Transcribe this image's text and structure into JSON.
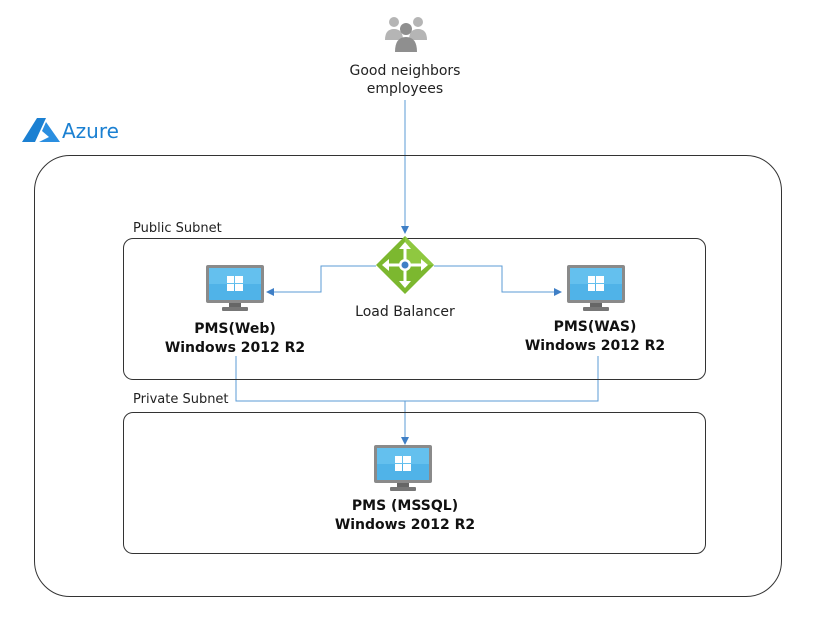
{
  "users": {
    "icon": "users-group-icon",
    "label_line1": "Good neighbors",
    "label_line2": "employees"
  },
  "azure": {
    "icon": "azure-logo-icon",
    "label": "Azure",
    "color": "#1b80d2"
  },
  "subnets": {
    "public": "Public Subnet",
    "private": "Private Subnet"
  },
  "load_balancer": {
    "icon": "load-balancer-icon",
    "label": "Load Balancer",
    "color": "#7cb82f"
  },
  "servers": {
    "web": {
      "name": "PMS(Web)",
      "os": "Windows 2012 R2",
      "icon": "vm-monitor-icon"
    },
    "was": {
      "name": "PMS(WAS)",
      "os": "Windows 2012 R2",
      "icon": "vm-monitor-icon"
    },
    "sql": {
      "name": "PMS (MSSQL)",
      "os": "Windows 2012 R2",
      "icon": "vm-monitor-icon"
    }
  },
  "colors": {
    "connector": "#5b9bd5",
    "border": "#333333"
  }
}
